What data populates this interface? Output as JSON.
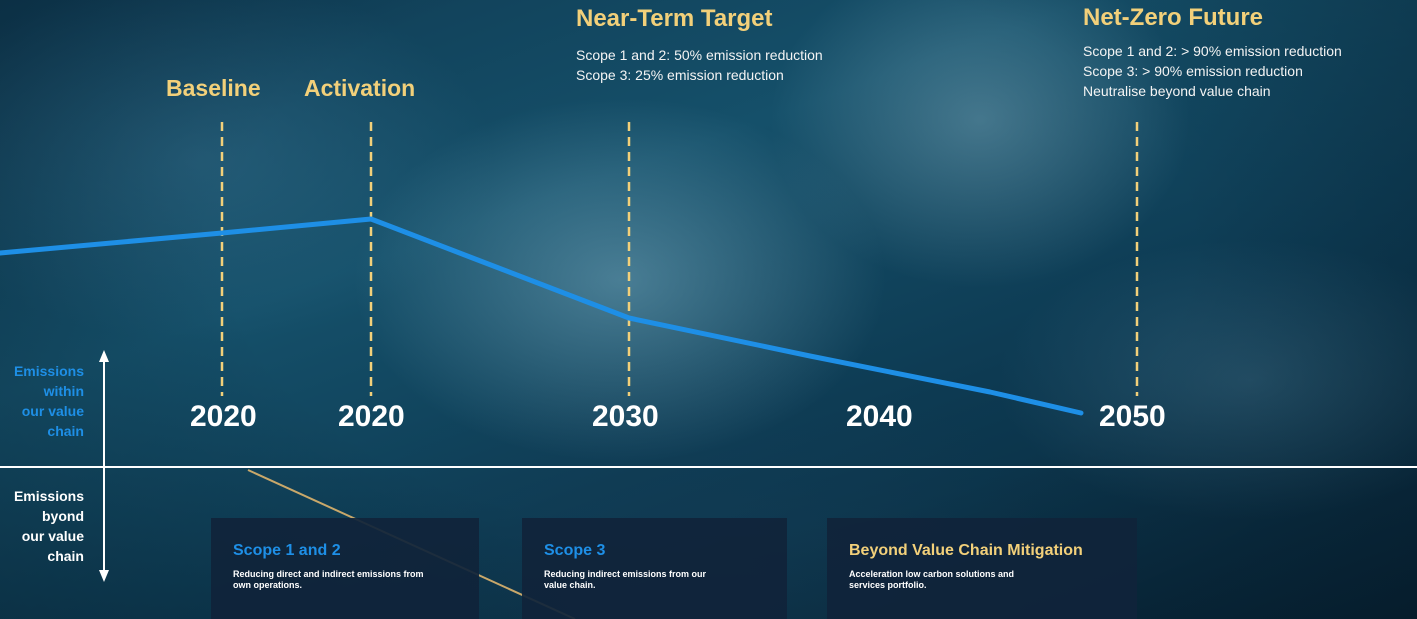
{
  "milestones": [
    {
      "title": "Baseline",
      "year": "2020"
    },
    {
      "title": "Activation",
      "year": "2020"
    },
    {
      "title": "Near-Term Target",
      "year": "2030",
      "details": [
        "Scope 1 and 2: 50% emission reduction",
        "Scope 3: 25% emission reduction"
      ]
    },
    {
      "title": "",
      "year": "2040"
    },
    {
      "title": "Net-Zero Future",
      "year": "2050",
      "details": [
        "Scope 1 and 2: > 90% emission reduction",
        "Scope 3: > 90% emission reduction",
        "Neutralise beyond value chain"
      ]
    }
  ],
  "axis": {
    "within_label": [
      "Emissions",
      "within",
      "our value",
      "chain"
    ],
    "beyond_label": [
      "Emissions",
      "byond",
      "our value",
      "chain"
    ]
  },
  "boxes": [
    {
      "title": "Scope 1 and 2",
      "description": [
        "Reducing direct and indirect emissions from",
        "own operations."
      ]
    },
    {
      "title": "Scope 3",
      "description": [
        "Reducing indirect emissions from our",
        "value chain."
      ]
    },
    {
      "title": "Beyond Value Chain Mitigation",
      "description": [
        "Acceleration low carbon solutions and",
        "services portfolio."
      ]
    }
  ],
  "colors": {
    "accent_blue": "#1e8fe6",
    "milestone_gold": "#f2d07a",
    "box_bg": "#10243a",
    "divider": "#ffffff"
  },
  "icons": [
    "vertical-double-arrow-icon"
  ]
}
